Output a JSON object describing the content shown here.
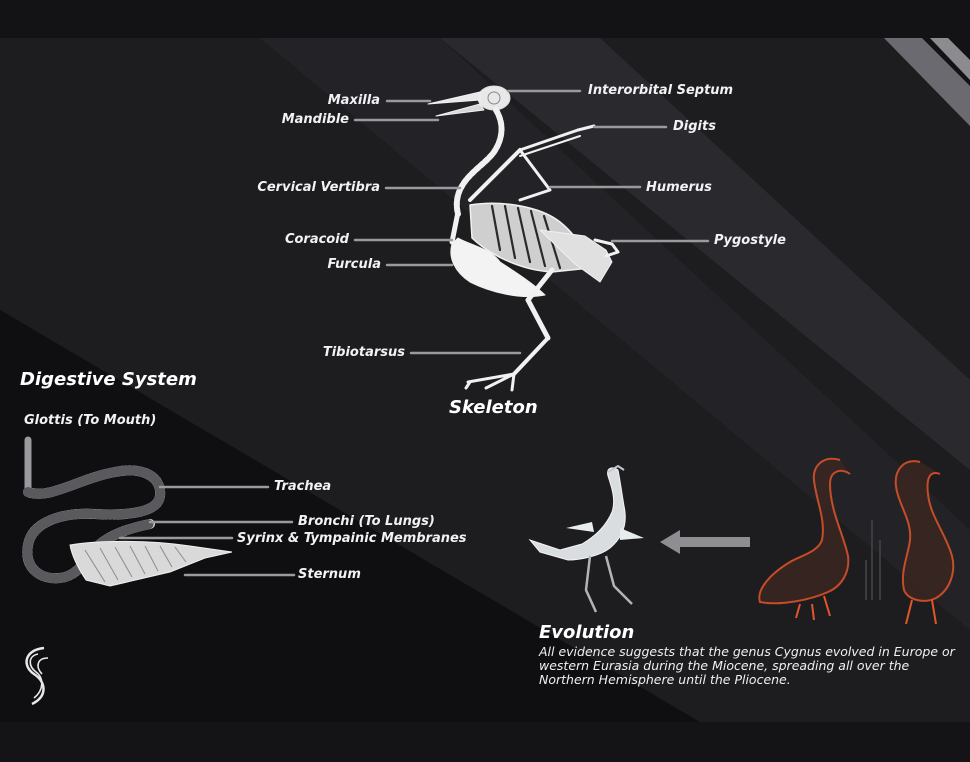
{
  "skeleton": {
    "title": "Skeleton",
    "labels": {
      "maxilla": "Maxilla",
      "mandible": "Mandible",
      "cervical": "Cervical Vertibra",
      "coracoid": "Coracoid",
      "furcula": "Furcula",
      "tibiotarsus": "Tibiotarsus",
      "interorbital": "Interorbital Septum",
      "digits": "Digits",
      "humerus": "Humerus",
      "pygostyle": "Pygostyle"
    }
  },
  "digestive": {
    "title": "Digestive System",
    "labels": {
      "glottis": "Glottis (To Mouth)",
      "trachea": "Trachea",
      "bronchi": "Bronchi (To Lungs)",
      "syrinx": "Syrinx & Tympainic Membranes",
      "sternum": "Sternum"
    }
  },
  "evolution": {
    "title": "Evolution",
    "text": "All evidence suggests that the genus Cygnus evolved in Europe or western Eurasia during the Miocene, spreading all over the Northern Hemisphere until the Pliocene."
  },
  "colors": {
    "background": "#121214",
    "leader_line": "#9a9a9e",
    "bone": "#f1f1f1",
    "xray_accent": "#e2552a"
  }
}
